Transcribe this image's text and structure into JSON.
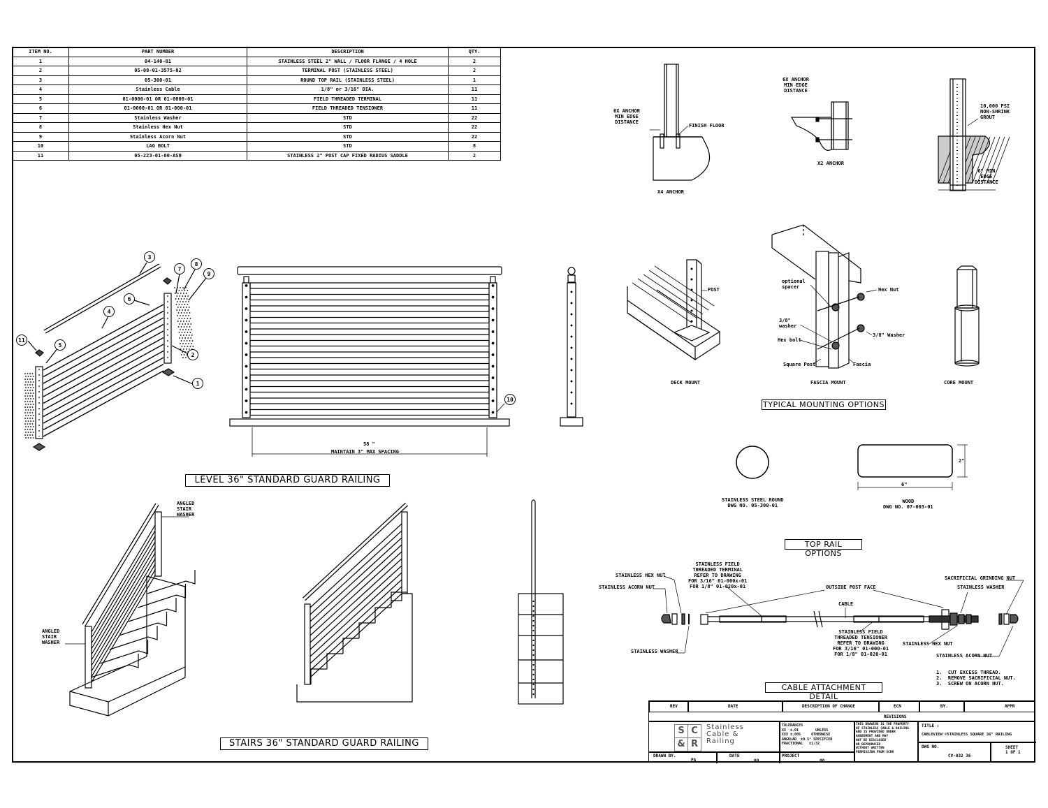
{
  "bom": {
    "headers": [
      "ITEM NO.",
      "PART NUMBER",
      "DESCRIPTION",
      "QTY."
    ],
    "rows": [
      [
        "1",
        "04-140-01",
        "STAINLESS STEEL 2\" WALL / FLOOR FLANGE / 4 HOLE",
        "2"
      ],
      [
        "2",
        "05-08-01-3575-02",
        "TERMINAL POST (STAINLESS STEEL)",
        "2"
      ],
      [
        "3",
        "05-300-01",
        "ROUND TOP RAIL (STAINLESS STEEL)",
        "1"
      ],
      [
        "4",
        "Stainless Cable",
        "1/8\" or 3/16\" DIA.",
        "11"
      ],
      [
        "5",
        "01-0000-01 OR 01-0000-01",
        "FIELD THREADED TERMINAL",
        "11"
      ],
      [
        "6",
        "01-0000-01 OR 01-000-01",
        "FIELD THREADED TENSIONER",
        "11"
      ],
      [
        "7",
        "Stainless Washer",
        "STD",
        "22"
      ],
      [
        "8",
        "Stainless Hex Nut",
        "STD",
        "22"
      ],
      [
        "9",
        "Stainless Acorn Nut",
        "STD",
        "22"
      ],
      [
        "10",
        "LAG BOLT",
        "STD",
        "8"
      ],
      [
        "11",
        "05-223-01-00-ASH",
        "STAINLESS 2\" POST CAP FIXED RADIUS SADDLE",
        "2"
      ]
    ]
  },
  "views": {
    "level_title": "LEVEL 36\" STANDARD GUARD RAILING",
    "stairs_title": "STAIRS 36\" STANDARD GUARD RAILING",
    "mounting_title": "TYPICAL MOUNTING OPTIONS",
    "top_rail_title": "TOP RAIL OPTIONS",
    "cable_title": "CABLE ATTACHMENT DETAIL"
  },
  "balloons": [
    "3",
    "7",
    "8",
    "9",
    "6",
    "4",
    "11",
    "5",
    "2",
    "1",
    "10"
  ],
  "labels": {
    "anchor_edge_1": "6X ANCHOR\nMIN EDGE\nDISTANCE",
    "finish_floor": "FINISH FLOOR",
    "x4_anchor": "X4 ANCHOR",
    "anchor_edge_2": "6X ANCHOR\nMIN EDGE\nDISTANCE",
    "x2_anchor": "X2 ANCHOR",
    "grout": "10,000 PSI\nNON-SHRINK\nGROUT",
    "core_edge": "6\" MIN\nEDGE\nDISTANCE",
    "spacing_dim": "58 \"",
    "spacing_note": "MAINTAIN 3\" MAX SPACING",
    "post": "POST",
    "deck_mount": "DECK MOUNT",
    "optional_spacer": "optional\nspacer",
    "washer_38": "3/8\"\nwasher",
    "hex_bolt": "Hex bolt",
    "square_post": "Square Post",
    "fascia": "Fascia",
    "hex_nut": "Hex Nut",
    "washer_38b": "3/8\" Washer",
    "fascia_mount": "FASCIA MOUNT",
    "core_mount": "CORE MOUNT",
    "angled_washer_top": "ANGLED\nSTAIR\nWASHER",
    "angled_washer_bottom": "ANGLED\nSTAIR\nWASHER",
    "ss_round": "STAINLESS STEEL ROUND\nDWG NO. 05-300-01",
    "wood": "WOOD\nDWG NO. 07-003-01",
    "wood_width": "6\"",
    "wood_height": "2\"",
    "hex_nut_left": "STAINLESS HEX NUT",
    "acorn_left": "STAINLESS ACORN NUT",
    "washer_left": "STAINLESS WASHER",
    "terminal_note": "STAINLESS FIELD\nTHREADED TERMINAL\nREFER TO DRAWING\nFOR 3/16\" 01-000x-01\nFOR 1/8\" 01-020x-01",
    "outside_face": "OUTSIDE POST FACE",
    "cable": "CABLE",
    "tensioner_note": "STAINLESS FIELD\nTHREADED TENSIONER\nREFER TO DRAWING\nFOR 3/16\" 01-000-01\nFOR 1/8\" 01-020-01",
    "hex_nut_right": "STAINLESS HEX NUT",
    "acorn_right": "STAINLESS ACORN NUT",
    "sacrificial": "SACRIFICIAL GRINDING NUT",
    "washer_right": "STAINLESS WASHER",
    "steps": "1.  CUT EXCESS THREAD.\n2.  REMOVE SACRIFICIAL NUT.\n3.  SCREW ON ACORN NUT."
  },
  "title_block": {
    "rev_headers": [
      "REV",
      "DATE",
      "DESCRIPTION OF CHANGE",
      "ECN",
      "BY.",
      "APPR"
    ],
    "revisions": "REVISIONS",
    "logo_letters": [
      "S",
      "C",
      "&",
      "R"
    ],
    "company": "Stainless\nCable &\nRailing",
    "tolerances": "TOLERANCES\nXX  ±.01        UNLESS\nXXX ±.005     OTHERWISE\nANGULAR  ±0.5° SPECIFIED\nFRACTIONAL   ±1/32",
    "proprietary": "THIS DRAWING IS THE PROPERTY\nOF STAINLESS CABLE & RAILING\nAND IS PROVIDED UNDER\nAGREEMENT AND MAY\nNOT BE DISCLOSED\nOR REPRODUCED\nWITHOUT WRITTEN\nPERMISSION FROM SCRR",
    "title_label": "TITLE :",
    "title_value": "CABLEVIEW  ©STAINLESS SQUARE 36\" RAILING",
    "dwg_label": "DWG NO.",
    "dwg_value": "CV-032 36",
    "sheet_label": "SHEET",
    "sheet_value": "1 OF 1",
    "drawn_by_label": "DRAWN BY.",
    "drawn_by_value": "PA",
    "date_label": "DATE",
    "date_value": "00",
    "project_label": "PROJECT",
    "project_value": "00"
  }
}
